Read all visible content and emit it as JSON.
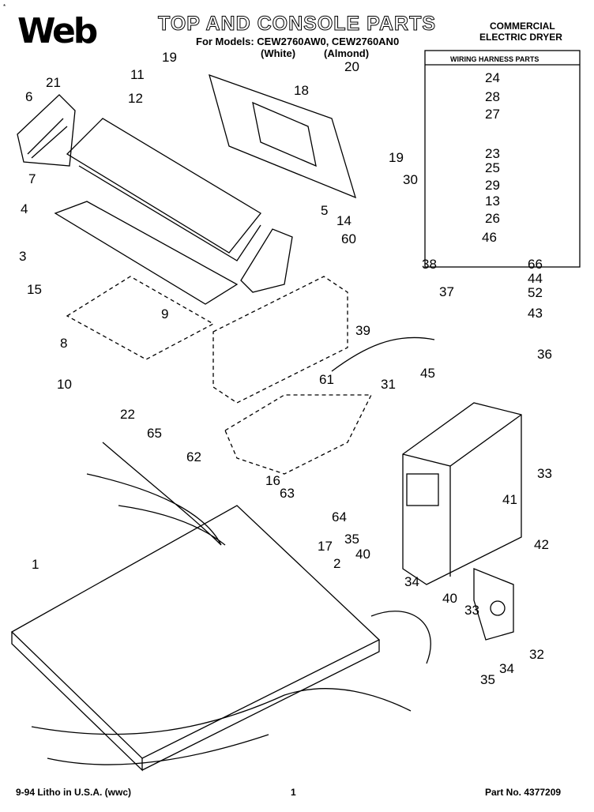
{
  "header": {
    "logo_text": "Web",
    "title": "TOP AND CONSOLE PARTS",
    "models_line": "For Models: CEW2760AW0, CEW2760AN0",
    "color_white": "(White)",
    "color_almond": "(Almond)",
    "category_line1": "COMMERCIAL",
    "category_line2": "ELECTRIC DRYER",
    "corner_mark": "*"
  },
  "harness_box": {
    "title": "WIRING HARNESS PARTS"
  },
  "footer": {
    "litho": "9-94 Litho in U.S.A. (wwc)",
    "page": "1",
    "part_no": "Part No. 4377209",
    "page_mark": "*"
  },
  "callouts": [
    "19",
    "21",
    "11",
    "12",
    "6",
    "7",
    "4",
    "3",
    "15",
    "18",
    "20",
    "19",
    "30",
    "5",
    "14",
    "60",
    "9",
    "8",
    "10",
    "24",
    "28",
    "27",
    "23",
    "25",
    "29",
    "13",
    "26",
    "46",
    "38",
    "37",
    "66",
    "44",
    "52",
    "43",
    "39",
    "36",
    "45",
    "31",
    "61",
    "22",
    "65",
    "62",
    "16",
    "63",
    "64",
    "33",
    "41",
    "35",
    "40",
    "17",
    "2",
    "1",
    "34",
    "42",
    "40",
    "33",
    "32",
    "35",
    "34"
  ]
}
